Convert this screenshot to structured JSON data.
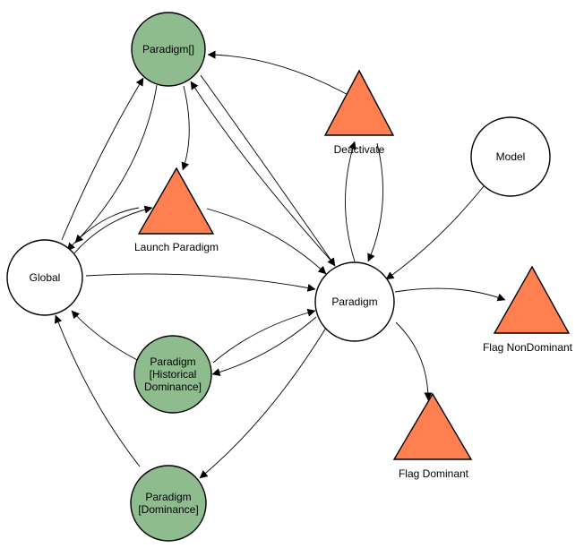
{
  "diagram": {
    "colors": {
      "place_fill": "#ffffff",
      "state_fill": "#8fbc8f",
      "transition_fill": "#ff7f50",
      "stroke": "#000000"
    },
    "nodes": {
      "paradigm_set": {
        "lines": [
          "Paradigm[]"
        ],
        "kind": "state"
      },
      "global": {
        "lines": [
          "Global"
        ],
        "kind": "place"
      },
      "paradigm": {
        "lines": [
          "Paradigm"
        ],
        "kind": "place"
      },
      "model": {
        "lines": [
          "Model"
        ],
        "kind": "place"
      },
      "historical": {
        "lines": [
          "Paradigm",
          "[Historical",
          "Dominance]"
        ],
        "kind": "state"
      },
      "dominance": {
        "lines": [
          "Paradigm",
          "[Dominance]"
        ],
        "kind": "state"
      },
      "deactivate": {
        "lines": [
          "Deactivate"
        ],
        "kind": "transition"
      },
      "launch": {
        "lines": [
          "Launch Paradigm"
        ],
        "kind": "transition"
      },
      "flag_nondominant": {
        "lines": [
          "Flag NonDominant"
        ],
        "kind": "transition"
      },
      "flag_dominant": {
        "lines": [
          "Flag Dominant"
        ],
        "kind": "transition"
      }
    },
    "edges": [
      {
        "from": "global",
        "to": "paradigm_set"
      },
      {
        "from": "paradigm_set",
        "to": "global"
      },
      {
        "from": "global",
        "to": "launch"
      },
      {
        "from": "launch",
        "to": "global"
      },
      {
        "from": "paradigm_set",
        "to": "launch"
      },
      {
        "from": "launch",
        "to": "paradigm"
      },
      {
        "from": "paradigm_set",
        "to": "paradigm"
      },
      {
        "from": "paradigm",
        "to": "paradigm_set"
      },
      {
        "from": "deactivate",
        "to": "paradigm_set"
      },
      {
        "from": "deactivate",
        "to": "paradigm"
      },
      {
        "from": "paradigm",
        "to": "deactivate"
      },
      {
        "from": "model",
        "to": "paradigm"
      },
      {
        "from": "global",
        "to": "paradigm"
      },
      {
        "from": "historical",
        "to": "paradigm"
      },
      {
        "from": "paradigm",
        "to": "historical"
      },
      {
        "from": "historical",
        "to": "global"
      },
      {
        "from": "dominance",
        "to": "global"
      },
      {
        "from": "paradigm",
        "to": "dominance"
      },
      {
        "from": "paradigm",
        "to": "flag_nondominant"
      },
      {
        "from": "paradigm",
        "to": "flag_dominant"
      }
    ]
  }
}
